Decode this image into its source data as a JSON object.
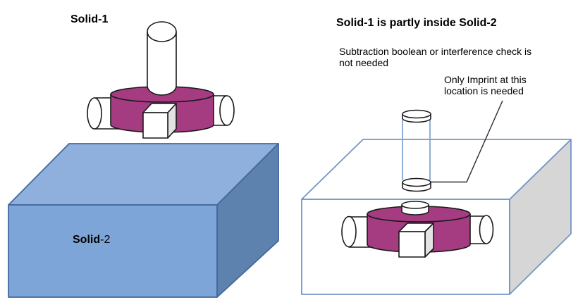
{
  "left_diagram": {
    "solid1_label": "Solid-1",
    "solid2_label_bold": "Solid",
    "solid2_label_suffix": "-2"
  },
  "right_diagram": {
    "title": "Solid-1 is partly inside Solid-2",
    "note_subtraction": "Subtraction boolean or interference check is\nnot needed",
    "note_imprint": "Only Imprint at this\nlocation is needed"
  },
  "colors": {
    "background": "#FFFFFF",
    "solid1_purple": "#A53C82",
    "box_top_blue": "#8FB0DC",
    "box_front_blue": "#7EA5D7",
    "box_side_blue": "#5E82AE",
    "box_edge_blue": "#44679F",
    "transparent_box_edge": "#7296C8",
    "transparent_box_side_gray": "#D6D6D6",
    "cube_side_gray": "#E3E3E3",
    "outline_black": "#1A1A1A",
    "hidden_cylinder_blue": "#84A6D2",
    "leader_line": "#2B2B2B"
  }
}
